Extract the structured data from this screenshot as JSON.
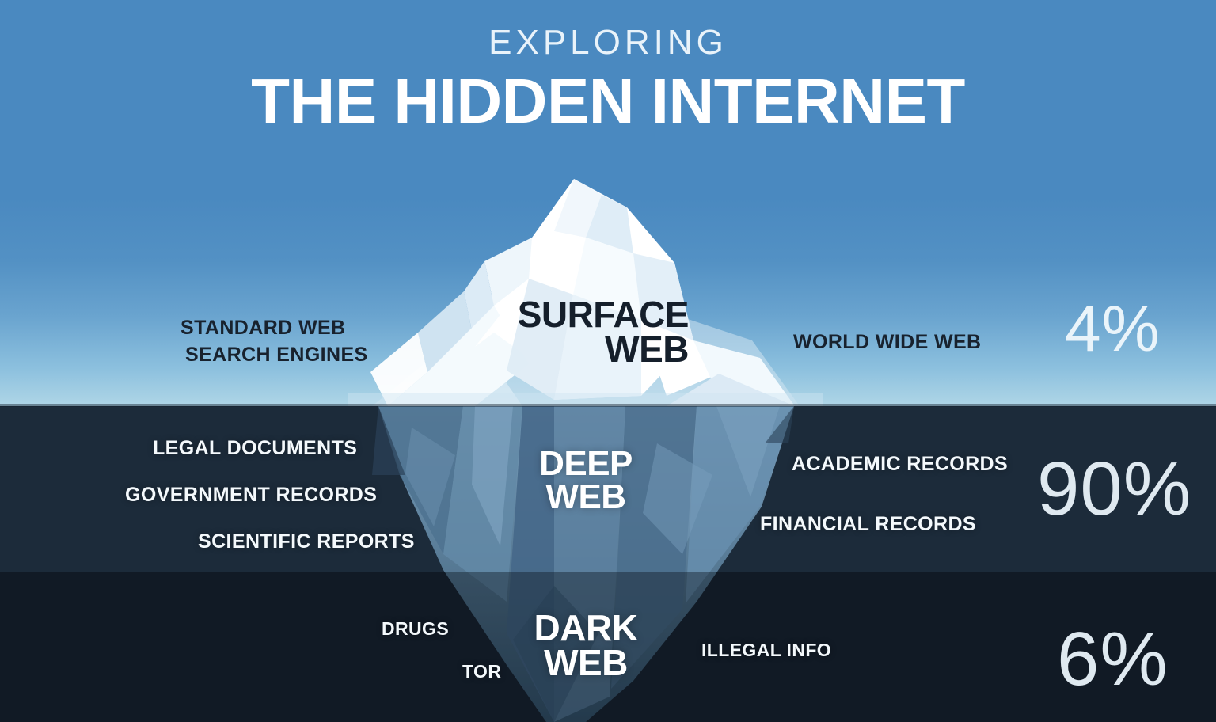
{
  "header": {
    "kicker": "EXPLORING",
    "headline": "THE HIDDEN INTERNET"
  },
  "colors": {
    "sky_top": "#4a89c0",
    "sky_bottom": "#b0d6e8",
    "water_deep": "#1c2b3a",
    "water_dark": "#141d28",
    "ice_white": "#ffffff",
    "ice_shadow": "#cfe2ef",
    "ice_submerged": "#5b7f9e",
    "text_dark": "#18222e",
    "text_light": "#f4f9fc",
    "pct_outline": "#dfe9f0"
  },
  "layers": [
    {
      "id": "surface-web",
      "title_line1": "SURFACE",
      "title_line2": "WEB",
      "percent": "4%",
      "left_labels": [
        "STANDARD WEB",
        "SEARCH ENGINES"
      ],
      "right_labels": [
        "WORLD WIDE WEB"
      ]
    },
    {
      "id": "deep-web",
      "title_line1": "DEEP",
      "title_line2": "WEB",
      "percent": "90%",
      "left_labels": [
        "LEGAL DOCUMENTS",
        "GOVERNMENT RECORDS",
        "SCIENTIFIC REPORTS"
      ],
      "right_labels": [
        "ACADEMIC RECORDS",
        "FINANCIAL RECORDS"
      ]
    },
    {
      "id": "dark-web",
      "title_line1": "DARK",
      "title_line2": "WEB",
      "percent": "6%",
      "left_labels": [
        "DRUGS",
        "TOR"
      ],
      "right_labels": [
        "ILLEGAL INFO"
      ]
    }
  ],
  "chart_data": {
    "type": "pie",
    "title": "EXPLORING THE HIDDEN INTERNET",
    "categories": [
      "Surface Web",
      "Deep Web",
      "Dark Web"
    ],
    "values": [
      4,
      90,
      6
    ],
    "value_labels": [
      "4%",
      "90%",
      "6%"
    ],
    "unit": "percent",
    "legend": "iceberg layers",
    "notes": "Iceberg infographic: 4% surface web above the waterline, 90% deep web and 6% dark web submerged."
  }
}
